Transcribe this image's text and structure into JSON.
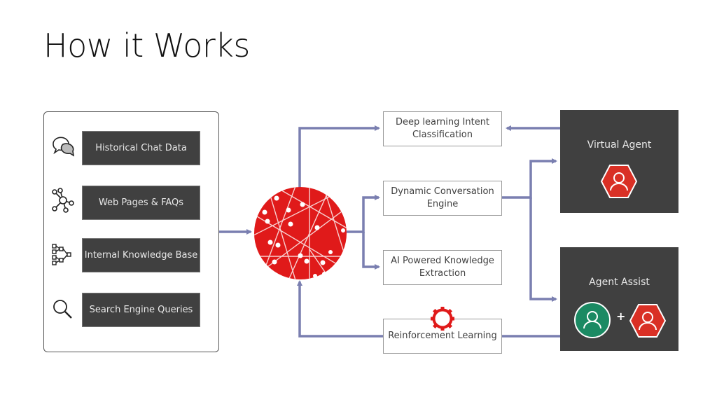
{
  "title": "How it Works",
  "sources": [
    {
      "label": "Historical Chat Data",
      "icon": "chat-bubbles-icon"
    },
    {
      "label": "Web Pages & FAQs",
      "icon": "network-hub-icon"
    },
    {
      "label": "Internal Knowledge Base",
      "icon": "hierarchy-tree-icon"
    },
    {
      "label": "Search Engine Queries",
      "icon": "magnifier-icon"
    }
  ],
  "hub": {
    "icon": "neural-network-sphere-icon"
  },
  "processes": [
    {
      "label": "Deep learning Intent Classification"
    },
    {
      "label": "Dynamic Conversation Engine"
    },
    {
      "label": "AI Powered Knowledge Extraction"
    },
    {
      "label": "Reinforcement Learning",
      "icon": "gear-icon"
    }
  ],
  "outputs": [
    {
      "label": "Virtual Agent",
      "icons": [
        "bot-hexagon-icon"
      ]
    },
    {
      "label": "Agent Assist",
      "icons": [
        "human-agent-circle-icon",
        "plus",
        "bot-hexagon-icon"
      ],
      "plus": "+"
    }
  ],
  "colors": {
    "accent_red": "#e01a1a",
    "connector": "#7a7fb0",
    "dark_box": "#404040",
    "agent_green": "#1b8a63",
    "bot_red": "#d93025"
  }
}
